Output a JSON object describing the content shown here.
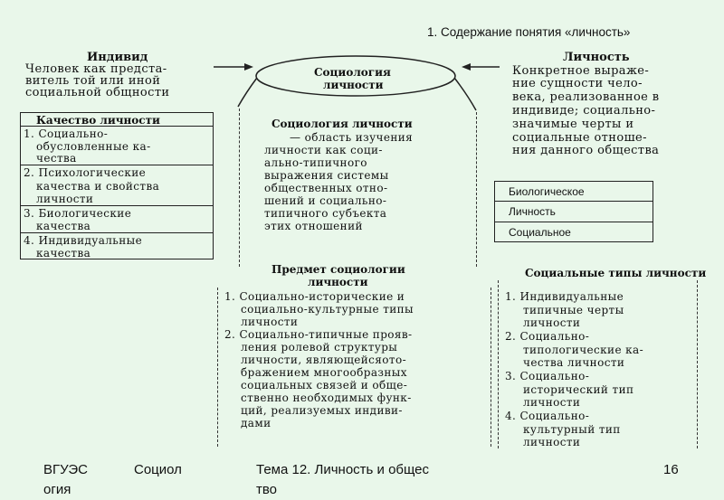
{
  "slide": {
    "title": "1. Содержание понятия «личность»"
  },
  "individ": {
    "heading": "Индивид",
    "lines": [
      "Человек как предста-",
      "витель той или иной",
      "социальной общности"
    ]
  },
  "center_oval": {
    "lines": [
      "Социология",
      "личности"
    ]
  },
  "lichnost": {
    "heading": "Личность",
    "lines": [
      "Конкретное выраже-",
      "ние сущности чело-",
      "века, реализованное в",
      "индивиде; социально-",
      "значимые черты и",
      "социальные отноше-",
      "ния данного общества"
    ]
  },
  "quality": {
    "heading": "Качество личности",
    "items": [
      [
        "1. Социально-",
        "обусловленные ка-",
        "чества"
      ],
      [
        "2. Психологические",
        "качества и свойства",
        "личности"
      ],
      [
        "3. Биологические",
        "качества"
      ],
      [
        "4. Индивидуальные",
        "качества"
      ]
    ]
  },
  "definition": {
    "heading": "Социология личности",
    "lines": [
      "— область изучения",
      "личности как соци-",
      "ально-типичного",
      "выражения системы",
      "общественных отно-",
      "шений и социально-",
      "типичного субъекта",
      "этих отношений"
    ]
  },
  "triad": {
    "items": [
      "Биологическое",
      "Личность",
      "Социальное"
    ]
  },
  "subject": {
    "heading_lines": [
      "Предмет социологии",
      "личности"
    ],
    "lines": [
      "1. Социально-исторические и",
      "социально-культурные типы",
      "личности",
      "2. Социально-типичные прояв-",
      "ления ролевой структуры",
      "личности, являющейсяото-",
      "бражением многообразных",
      "социальных связей и обще-",
      "ственно необходимых функ-",
      "ций, реализуемых индиви-",
      "дами"
    ]
  },
  "types": {
    "heading": "Социальные типы личности",
    "lines": [
      "1. Индивидуальные",
      "типичные черты",
      "личности",
      "2. Социально-",
      "типологические ка-",
      "чества личности",
      "3. Социально-",
      "исторический тип",
      "личности",
      "4. Социально-",
      "культурный тип",
      "личности"
    ]
  },
  "footer": {
    "org_a": "ВГУЭС",
    "org_b": "Социол",
    "org_c": "огия",
    "topic_a": "Тема 12. Личность и общес",
    "topic_b": "тво",
    "page": "16"
  }
}
